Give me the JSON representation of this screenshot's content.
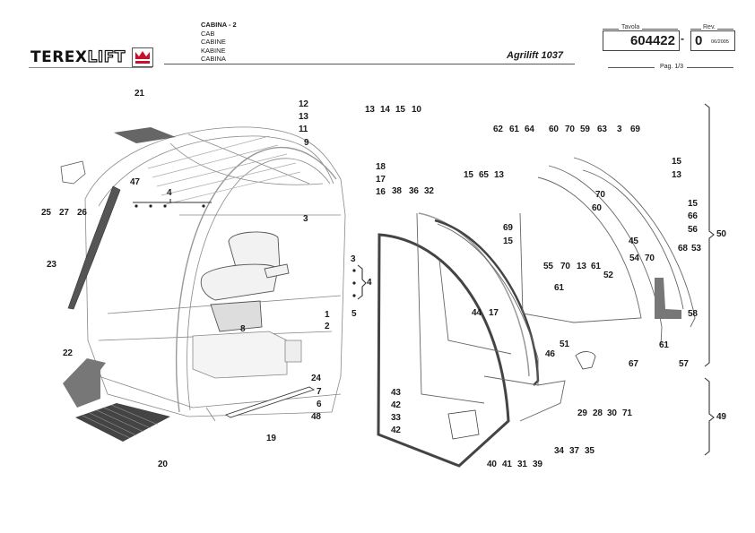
{
  "header": {
    "brand": "TEREX",
    "brand_suffix": "LIFT",
    "logo_icon": "crown-icon",
    "brand_color": "#c8102e",
    "section_title": "CABINA - 2",
    "translations": [
      "CAB",
      "CABINE",
      "KABINE",
      "CABINA"
    ],
    "model": "Agrilift 1037",
    "table_label": "Tavola",
    "table_number": "604422",
    "separator": "-",
    "rev_label": "Rev.",
    "rev_number": "0",
    "rev_date": "06/2005",
    "page": "Pag. 1/3"
  },
  "callouts": {
    "cab": [
      "21",
      "12",
      "13",
      "11",
      "9",
      "13",
      "14",
      "15",
      "10",
      "18",
      "17",
      "16",
      "47",
      "4",
      "25",
      "27",
      "26",
      "3",
      "23",
      "3",
      "4",
      "1",
      "2",
      "5",
      "8",
      "22",
      "24",
      "7",
      "6",
      "48",
      "19",
      "20"
    ],
    "door": [
      "38",
      "36",
      "32",
      "15",
      "65",
      "13",
      "62",
      "61",
      "64",
      "60",
      "70",
      "59",
      "63",
      "3",
      "69",
      "15",
      "13",
      "70",
      "60",
      "15",
      "66",
      "56",
      "69",
      "15",
      "45",
      "50",
      "68",
      "53",
      "55",
      "70",
      "13",
      "61",
      "52",
      "54",
      "70",
      "61",
      "58",
      "44",
      "17",
      "51",
      "61",
      "57",
      "46",
      "67",
      "43",
      "42",
      "33",
      "42",
      "29",
      "28",
      "30",
      "71",
      "49",
      "40",
      "41",
      "31",
      "39",
      "34",
      "37",
      "35"
    ]
  },
  "groups": {
    "door_assembly": "50",
    "door_lower": "49",
    "cab_bracket": "4"
  }
}
